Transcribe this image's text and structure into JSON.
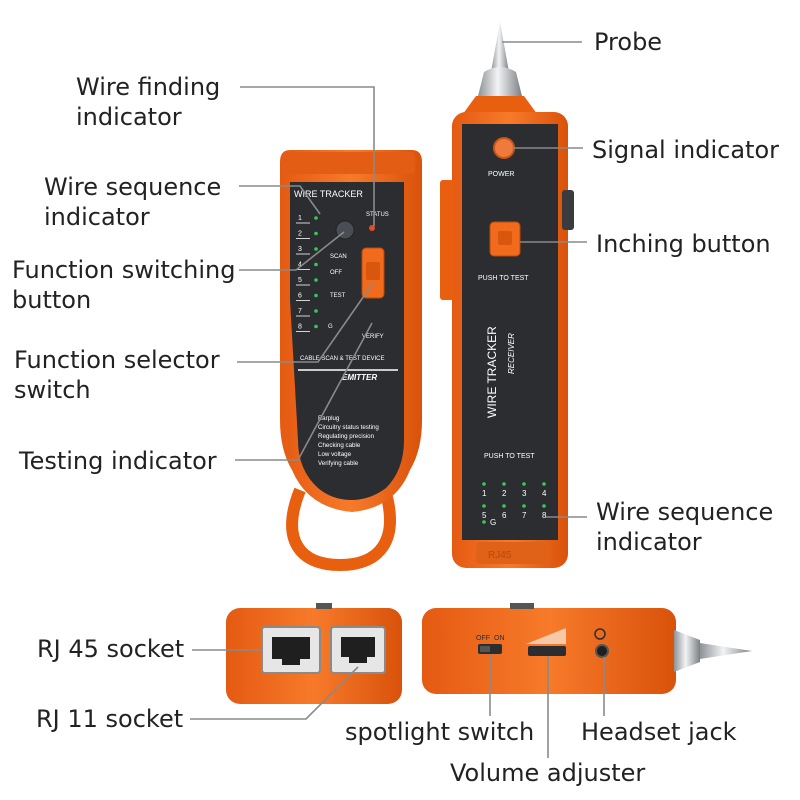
{
  "colors": {
    "orange": "#f26b1d",
    "orange_dark": "#d8530c",
    "panel": "#2b2d31",
    "leader": "#8a8a8a",
    "led": "#38c95a",
    "metal": "#c9ccd0"
  },
  "labels": {
    "probe": "Probe",
    "wire_finding_indicator": "Wire finding indicator",
    "signal_indicator": "Signal indicator",
    "wire_sequence_indicator_left": "Wire sequence indicator",
    "inching_button": "Inching button",
    "function_switching_button": "Function switching button",
    "function_selector_switch": "Function selector switch",
    "testing_indicator": "Testing indicator",
    "wire_sequence_indicator_right": "Wire sequence indicator",
    "rj45_socket": "RJ 45 socket",
    "rj11_socket": "RJ 11 socket",
    "spotlight_switch": "spotlight switch",
    "headset_jack": "Headset jack",
    "volume_adjuster": "Volume adjuster"
  },
  "emitter": {
    "title": "WIRE TRACKER",
    "status": "STATUS",
    "scan": "SCAN",
    "off": "OFF",
    "test": "TEST",
    "g": "G",
    "verify": "VERIFY",
    "cable_scan": "CABLE SCAN & TEST DEVICE",
    "emitter": "EMITTER",
    "numbers": [
      "1",
      "2",
      "3",
      "4",
      "5",
      "6",
      "7",
      "8"
    ],
    "functions": [
      "Earplug",
      "Circuitry status testing",
      "Regulating precision",
      "Checking cable",
      "Low voltage",
      "Verifying cable"
    ]
  },
  "receiver": {
    "power": "POWER",
    "push_to_test_1": "PUSH TO TEST",
    "title": "WIRE TRACKER",
    "subtitle": "RECEIVER",
    "push_to_test_2": "PUSH TO TEST",
    "numbers": [
      "1",
      "2",
      "3",
      "4",
      "5",
      "6",
      "7",
      "8"
    ],
    "g": "G",
    "rj45": "RJ45"
  },
  "switch": {
    "off": "OFF",
    "on": "ON"
  }
}
